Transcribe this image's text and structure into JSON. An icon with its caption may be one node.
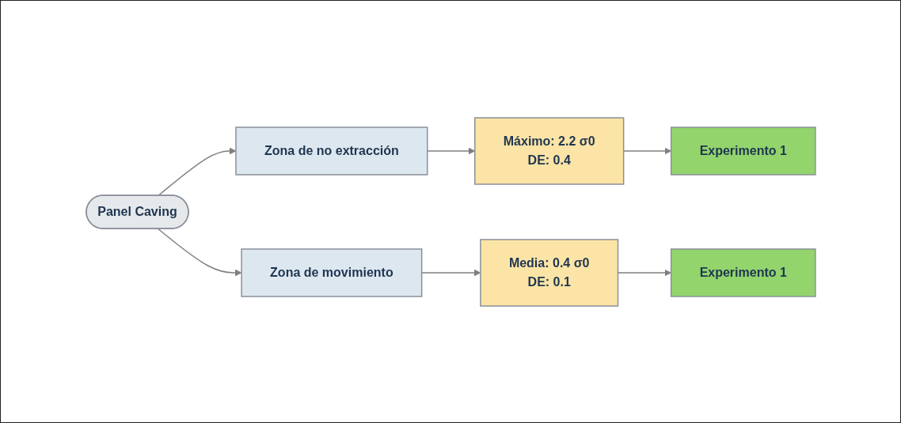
{
  "diagram": {
    "nodes": [
      {
        "text": [
          "Panel Caving"
        ]
      },
      {
        "text": [
          "Zona de no extracción"
        ]
      },
      {
        "text": [
          "Máximo: 2.2 σ0",
          "DE: 0.4"
        ]
      },
      {
        "text": [
          "Experimento 1"
        ]
      },
      {
        "text": [
          "Zona de movimiento"
        ]
      },
      {
        "text": [
          "Media: 0.4 σ0",
          "DE: 0.1"
        ]
      },
      {
        "text": [
          "Experimento 1"
        ]
      }
    ],
    "edges": [
      {
        "from": 0,
        "to": 1,
        "arrow": "to"
      },
      {
        "from": 1,
        "to": 2,
        "arrow": "to"
      },
      {
        "from": 2,
        "to": 3,
        "arrow": "to"
      },
      {
        "from": 0,
        "to": 4,
        "arrow": "to"
      },
      {
        "from": 4,
        "to": 5,
        "arrow": "to"
      },
      {
        "from": 5,
        "to": 6,
        "arrow": "to"
      }
    ]
  }
}
